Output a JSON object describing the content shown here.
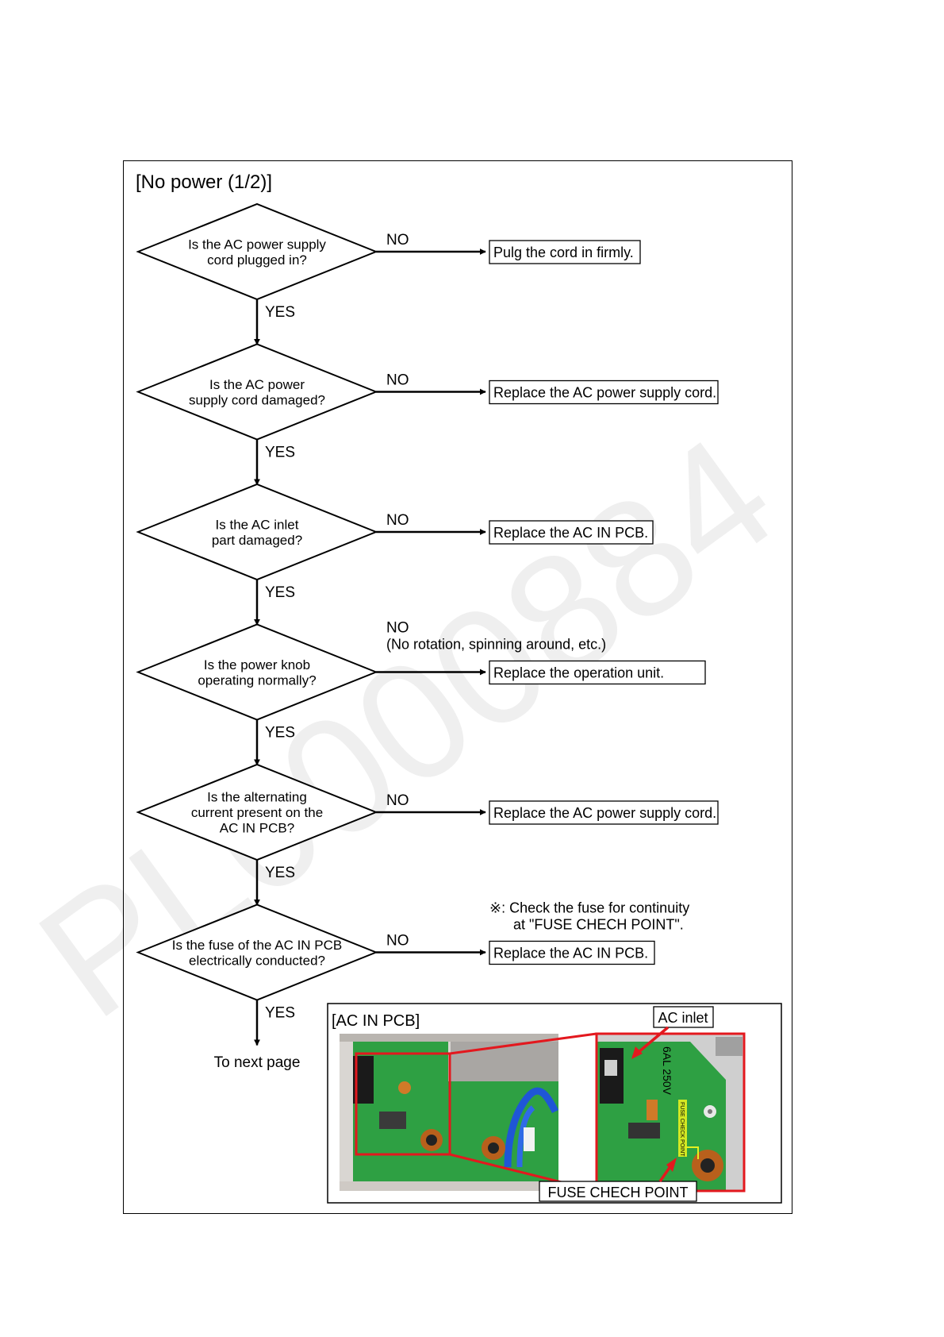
{
  "title": "[No power (1/2)]",
  "branch_yes": "YES",
  "branch_no": "NO",
  "watermark": "PL0000884",
  "steps": [
    {
      "question": [
        "Is the AC power supply",
        "cord plugged in?"
      ],
      "action": "Pulg the cord in firmly."
    },
    {
      "question": [
        "Is the AC power",
        "supply cord damaged?"
      ],
      "action": "Replace the AC power supply cord."
    },
    {
      "question": [
        "Is the AC inlet",
        "part damaged?"
      ],
      "action": "Replace the AC IN PCB."
    },
    {
      "question": [
        "Is the power knob",
        "operating normally?"
      ],
      "action": "Replace the operation unit.",
      "no_note": "(No rotation, spinning around, etc.)"
    },
    {
      "question": [
        "Is the alternating",
        "current present on the",
        "AC IN PCB?"
      ],
      "action": "Replace the AC power supply cord."
    },
    {
      "question": [
        "Is the fuse of the AC IN PCB",
        "electrically conducted?"
      ],
      "action": "Replace the AC IN PCB.",
      "note": [
        "※: Check the fuse for continuity",
        "at \"FUSE CHECH POINT\"."
      ]
    }
  ],
  "next_page": "To next page",
  "inset": {
    "title": "[AC IN PCB]",
    "ac_inlet_label": "AC inlet",
    "fuse_point_label": "FUSE CHECH POINT",
    "board_text": "6AL 250V",
    "fuse_marker_text": "FUSE CHECK POINT"
  },
  "colors": {
    "line": "#000000",
    "highlight": "#e3181e",
    "pcb": "#2ea043",
    "fuse_marker": "#e6f020"
  }
}
